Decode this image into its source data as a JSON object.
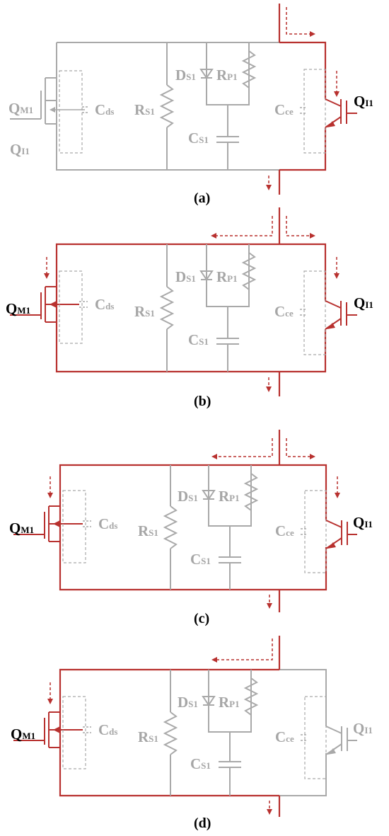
{
  "colors": {
    "active": "#b8312f",
    "inactive": "#a9a9a9",
    "label_active": "#000000",
    "label_inactive": "#a6a6a6"
  },
  "panels": [
    {
      "caption": "(a)",
      "labels": {
        "qm_main": "Q",
        "qm_sub": "M1",
        "qi_main": "Q",
        "qi_sub": "I1",
        "qi_extra_main": "Q",
        "qi_extra_sub": "I1",
        "cds_main": "C",
        "cds_sub": "ds",
        "rs_main": "R",
        "rs_sub": "S1",
        "ds_main": "D",
        "ds_sub": "S1",
        "rp_main": "R",
        "rp_sub": "P1",
        "cs_main": "C",
        "cs_sub": "S1",
        "cce_main": "C",
        "cce_sub": "ce"
      }
    },
    {
      "caption": "(b)",
      "labels": {
        "qm_main": "Q",
        "qm_sub": "M1",
        "qi_main": "Q",
        "qi_sub": "I1",
        "cds_main": "C",
        "cds_sub": "ds",
        "rs_main": "R",
        "rs_sub": "S1",
        "ds_main": "D",
        "ds_sub": "S1",
        "rp_main": "R",
        "rp_sub": "P1",
        "cs_main": "C",
        "cs_sub": "S1",
        "cce_main": "C",
        "cce_sub": "ce"
      }
    },
    {
      "caption": "(c)",
      "labels": {
        "qm_main": "Q",
        "qm_sub": "M1",
        "qi_main": "Q",
        "qi_sub": "I1",
        "cds_main": "C",
        "cds_sub": "ds",
        "rs_main": "R",
        "rs_sub": "S1",
        "ds_main": "D",
        "ds_sub": "S1",
        "rp_main": "R",
        "rp_sub": "P1",
        "cs_main": "C",
        "cs_sub": "S1",
        "cce_main": "C",
        "cce_sub": "ce"
      }
    },
    {
      "caption": "(d)",
      "labels": {
        "qm_main": "Q",
        "qm_sub": "M1",
        "qi_main": "Q",
        "qi_sub": "I1",
        "cds_main": "C",
        "cds_sub": "ds",
        "rs_main": "R",
        "rs_sub": "S1",
        "ds_main": "D",
        "ds_sub": "S1",
        "rp_main": "R",
        "rp_sub": "P1",
        "cs_main": "C",
        "cs_sub": "S1",
        "cce_main": "C",
        "cce_sub": "ce"
      }
    }
  ]
}
